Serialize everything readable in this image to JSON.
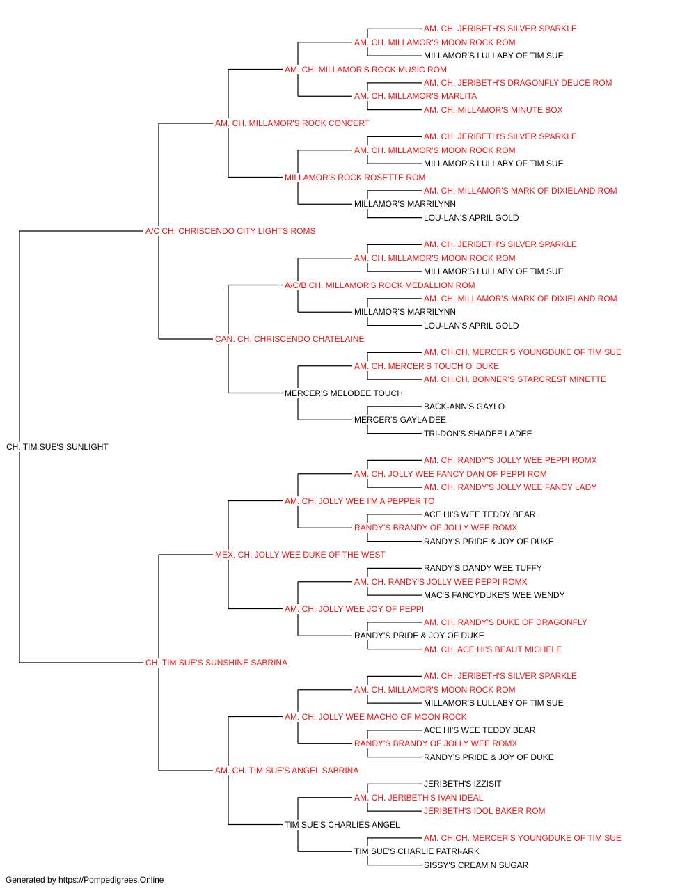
{
  "colors": {
    "titled": "#ee1111",
    "plain": "#000000",
    "line": "#000000"
  },
  "footer": "Generated by https://Pompedigrees.Online",
  "pedigree": {
    "name": "CH. TIM SUE'S SUNLIGHT",
    "titled": false,
    "sire": {
      "name": "A/C CH. CHRISCENDO CITY LIGHTS ROMS",
      "titled": true,
      "sire": {
        "name": "AM. CH. MILLAMOR'S ROCK CONCERT",
        "titled": true,
        "sire": {
          "name": "AM. CH. MILLAMOR'S ROCK MUSIC ROM",
          "titled": true,
          "sire": {
            "name": "AM. CH. MILLAMOR'S MOON ROCK ROM",
            "titled": true,
            "sire": {
              "name": "AM. CH. JERIBETH'S SILVER SPARKLE",
              "titled": true
            },
            "dam": {
              "name": "MILLAMOR'S LULLABY OF TIM SUE",
              "titled": false
            }
          },
          "dam": {
            "name": "AM. CH. MILLAMOR'S MARLITA",
            "titled": true,
            "sire": {
              "name": "AM. CH. JERIBETH'S DRAGONFLY DEUCE ROM",
              "titled": true
            },
            "dam": {
              "name": "AM. CH. MILLAMOR'S MINUTE BOX",
              "titled": true
            }
          }
        },
        "dam": {
          "name": "MILLAMOR'S ROCK ROSETTE ROM",
          "titled": true,
          "sire": {
            "name": "AM. CH. MILLAMOR'S MOON ROCK ROM",
            "titled": true,
            "sire": {
              "name": "AM. CH. JERIBETH'S SILVER SPARKLE",
              "titled": true
            },
            "dam": {
              "name": "MILLAMOR'S LULLABY OF TIM SUE",
              "titled": false
            }
          },
          "dam": {
            "name": "MILLAMOR'S MARRILYNN",
            "titled": false,
            "sire": {
              "name": "AM. CH. MILLAMOR'S MARK OF DIXIELAND ROM",
              "titled": true
            },
            "dam": {
              "name": "LOU-LAN'S APRIL GOLD",
              "titled": false
            }
          }
        }
      },
      "dam": {
        "name": "CAN. CH. CHRISCENDO CHATELAINE",
        "titled": true,
        "sire": {
          "name": "A/C/B CH. MILLAMOR'S ROCK MEDALLION ROM",
          "titled": true,
          "sire": {
            "name": "AM. CH. MILLAMOR'S MOON ROCK ROM",
            "titled": true,
            "sire": {
              "name": "AM. CH. JERIBETH'S SILVER SPARKLE",
              "titled": true
            },
            "dam": {
              "name": "MILLAMOR'S LULLABY OF TIM SUE",
              "titled": false
            }
          },
          "dam": {
            "name": "MILLAMOR'S MARRILYNN",
            "titled": false,
            "sire": {
              "name": "AM. CH. MILLAMOR'S MARK OF DIXIELAND ROM",
              "titled": true
            },
            "dam": {
              "name": "LOU-LAN'S APRIL GOLD",
              "titled": false
            }
          }
        },
        "dam": {
          "name": "MERCER'S MELODEE TOUCH",
          "titled": false,
          "sire": {
            "name": "AM. CH. MERCER'S TOUCH O' DUKE",
            "titled": true,
            "sire": {
              "name": "AM. CH.CH. MERCER'S YOUNGDUKE OF TIM SUE",
              "titled": true
            },
            "dam": {
              "name": "AM. CH.CH. BONNER'S STARCREST MINETTE",
              "titled": true
            }
          },
          "dam": {
            "name": "MERCER'S GAYLA DEE",
            "titled": false,
            "sire": {
              "name": "BACK-ANN'S GAYLO",
              "titled": false
            },
            "dam": {
              "name": "TRI-DON'S SHADEE LADEE",
              "titled": false
            }
          }
        }
      }
    },
    "dam": {
      "name": "CH. TIM SUE'S SUNSHINE SABRINA",
      "titled": true,
      "sire": {
        "name": "MEX. CH. JOLLY WEE DUKE OF THE WEST",
        "titled": true,
        "sire": {
          "name": "AM. CH. JOLLY WEE I'M A PEPPER TO",
          "titled": true,
          "sire": {
            "name": "AM. CH. JOLLY WEE FANCY DAN OF PEPPI ROM",
            "titled": true,
            "sire": {
              "name": "AM. CH. RANDY'S JOLLY WEE PEPPI ROMX",
              "titled": true
            },
            "dam": {
              "name": "AM. CH. RANDY'S JOLLY WEE FANCY LADY",
              "titled": true
            }
          },
          "dam": {
            "name": "RANDY'S BRANDY OF JOLLY WEE ROMX",
            "titled": true,
            "sire": {
              "name": "ACE HI'S WEE TEDDY BEAR",
              "titled": false
            },
            "dam": {
              "name": "RANDY'S PRIDE & JOY OF DUKE",
              "titled": false
            }
          }
        },
        "dam": {
          "name": "AM. CH. JOLLY WEE JOY OF PEPPI",
          "titled": true,
          "sire": {
            "name": "AM. CH. RANDY'S JOLLY WEE PEPPI ROMX",
            "titled": true,
            "sire": {
              "name": "RANDY'S DANDY WEE TUFFY",
              "titled": false
            },
            "dam": {
              "name": "MAC'S FANCYDUKE'S WEE WENDY",
              "titled": false
            }
          },
          "dam": {
            "name": "RANDY'S PRIDE & JOY OF DUKE",
            "titled": false,
            "sire": {
              "name": "AM. CH. RANDY'S DUKE OF DRAGONFLY",
              "titled": true
            },
            "dam": {
              "name": "AM. CH. ACE HI'S BEAUT MICHELE",
              "titled": true
            }
          }
        }
      },
      "dam": {
        "name": "AM. CH. TIM SUE'S ANGEL SABRINA",
        "titled": true,
        "sire": {
          "name": "AM. CH. JOLLY WEE MACHO OF MOON ROCK",
          "titled": true,
          "sire": {
            "name": "AM. CH. MILLAMOR'S MOON ROCK ROM",
            "titled": true,
            "sire": {
              "name": "AM. CH. JERIBETH'S SILVER SPARKLE",
              "titled": true
            },
            "dam": {
              "name": "MILLAMOR'S LULLABY OF TIM SUE",
              "titled": false
            }
          },
          "dam": {
            "name": "RANDY'S BRANDY OF JOLLY WEE ROMX",
            "titled": true,
            "sire": {
              "name": "ACE HI'S WEE TEDDY BEAR",
              "titled": false
            },
            "dam": {
              "name": "RANDY'S PRIDE & JOY OF DUKE",
              "titled": false
            }
          }
        },
        "dam": {
          "name": "TIM SUE'S CHARLIES ANGEL",
          "titled": false,
          "sire": {
            "name": "AM. CH. JERIBETH'S IVAN IDEAL",
            "titled": true,
            "sire": {
              "name": "JERIBETH'S IZZISIT",
              "titled": false
            },
            "dam": {
              "name": "JERIBETH'S IDOL BAKER ROM",
              "titled": true
            }
          },
          "dam": {
            "name": "TIM SUE'S CHARLIE PATRI-ARK",
            "titled": false,
            "sire": {
              "name": "AM. CH.CH. MERCER'S YOUNGDUKE OF TIM SUE",
              "titled": true
            },
            "dam": {
              "name": "SISSY'S CREAM N SUGAR",
              "titled": false
            }
          }
        }
      }
    }
  }
}
